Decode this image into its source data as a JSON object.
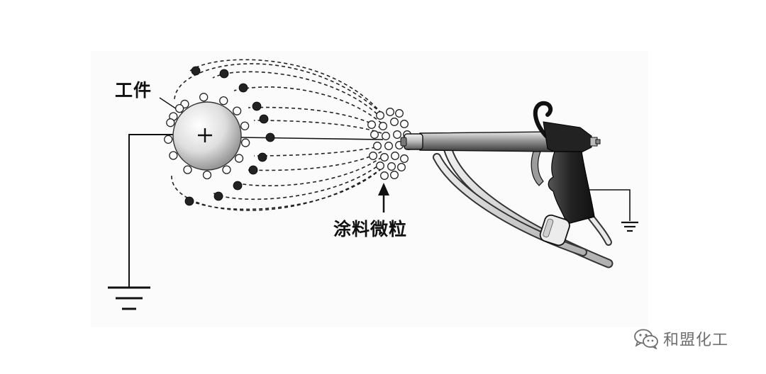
{
  "labels": {
    "workpiece": "工件",
    "paint_particles": "涂料微粒",
    "charge_sign": "+"
  },
  "watermark": {
    "icon": "wechat-icon",
    "text": "和盟化工"
  },
  "colors": {
    "ink": "#111111",
    "sphere_light": "#f4f4f4",
    "sphere_dark": "#9a9a9a",
    "gun_body": "#2a2a2a",
    "watermark": "#6e6e6e"
  }
}
